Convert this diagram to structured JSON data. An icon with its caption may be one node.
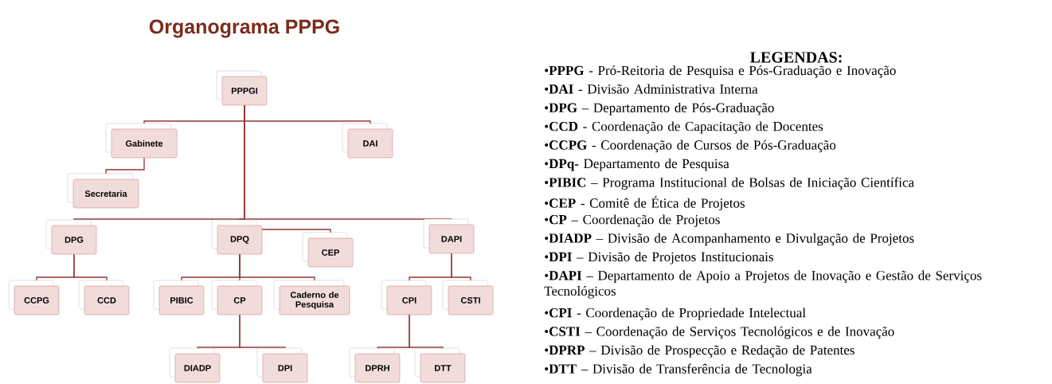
{
  "diagram": {
    "title": "Organograma PPPG",
    "nodes": [
      {
        "text": [
          "PPPGI"
        ]
      },
      {
        "text": [
          "Gabinete"
        ]
      },
      {
        "text": [
          "DAI"
        ]
      },
      {
        "text": [
          "Secretaria"
        ]
      },
      {
        "text": [
          "DPG"
        ]
      },
      {
        "text": [
          "DPQ"
        ]
      },
      {
        "text": [
          "CEP"
        ]
      },
      {
        "text": [
          "DAPI"
        ]
      },
      {
        "text": [
          "CCPG"
        ]
      },
      {
        "text": [
          "CCD"
        ]
      },
      {
        "text": [
          "PIBIC"
        ]
      },
      {
        "text": [
          "CP"
        ]
      },
      {
        "text": [
          "Caderno de Pesquisa"
        ]
      },
      {
        "text": [
          "CPI"
        ]
      },
      {
        "text": [
          "CSTI"
        ]
      },
      {
        "text": [
          "DIADP"
        ]
      },
      {
        "text": [
          "DPI"
        ]
      },
      {
        "text": [
          "DPRH"
        ]
      },
      {
        "text": [
          "DTT"
        ]
      }
    ],
    "edges": [
      {
        "from": 0,
        "to": 1,
        "arrow": "none"
      },
      {
        "from": 0,
        "to": 2,
        "arrow": "none"
      },
      {
        "from": 1,
        "to": 3,
        "arrow": "none"
      },
      {
        "from": 0,
        "to": 4,
        "arrow": "none"
      },
      {
        "from": 0,
        "to": 5,
        "arrow": "none"
      },
      {
        "from": 0,
        "to": 7,
        "arrow": "none"
      },
      {
        "from": 5,
        "to": 6,
        "arrow": "none"
      },
      {
        "from": 4,
        "to": 8,
        "arrow": "none"
      },
      {
        "from": 4,
        "to": 9,
        "arrow": "none"
      },
      {
        "from": 5,
        "to": 10,
        "arrow": "none"
      },
      {
        "from": 5,
        "to": 11,
        "arrow": "none"
      },
      {
        "from": 5,
        "to": 12,
        "arrow": "none"
      },
      {
        "from": 7,
        "to": 13,
        "arrow": "none"
      },
      {
        "from": 7,
        "to": 14,
        "arrow": "none"
      },
      {
        "from": 11,
        "to": 15,
        "arrow": "none"
      },
      {
        "from": 11,
        "to": 16,
        "arrow": "none"
      },
      {
        "from": 13,
        "to": 17,
        "arrow": "none"
      },
      {
        "from": 13,
        "to": 18,
        "arrow": "none"
      }
    ],
    "labels": [
      "LEGENDAS:",
      "•**PPPG** - Pró-Reitoria de Pesquisa e Pós-Graduação e Inovação",
      "•**DAI** - Divisão Administrativa Interna",
      "•**DPG** – Departamento de Pós-Graduação",
      "•**CCD** - Coordenação de Capacitação de Docentes",
      "•**CCPG** - Coordenação de Cursos de Pós-Graduação",
      "•**DPq-** Departamento de Pesquisa",
      "•**PIBIC** – Programa Institucional de Bolsas de Iniciação Científica",
      "•**CEP** - Comitê de Ética de Projetos",
      "•**CP** – Coordenação de Projetos",
      "•**DIADP** – Divisão de Acompanhamento e Divulgação de Projetos",
      "•**DPI** – Divisão de Projetos Institucionais",
      "•**DAPI** – Departamento de Apoio a Projetos de Inovação e Gestão de Serviços Tecnológicos",
      "•**CPI** - Coordenação de Propriedade Intelectual",
      "•**CSTI** – Coordenação de Serviços Tecnológicos e de Inovação",
      "•**DPRP** – Divisão de Prospecção e Redação de Patentes",
      "•**DTT** – Divisão de Transferência de Tecnologia"
    ]
  }
}
